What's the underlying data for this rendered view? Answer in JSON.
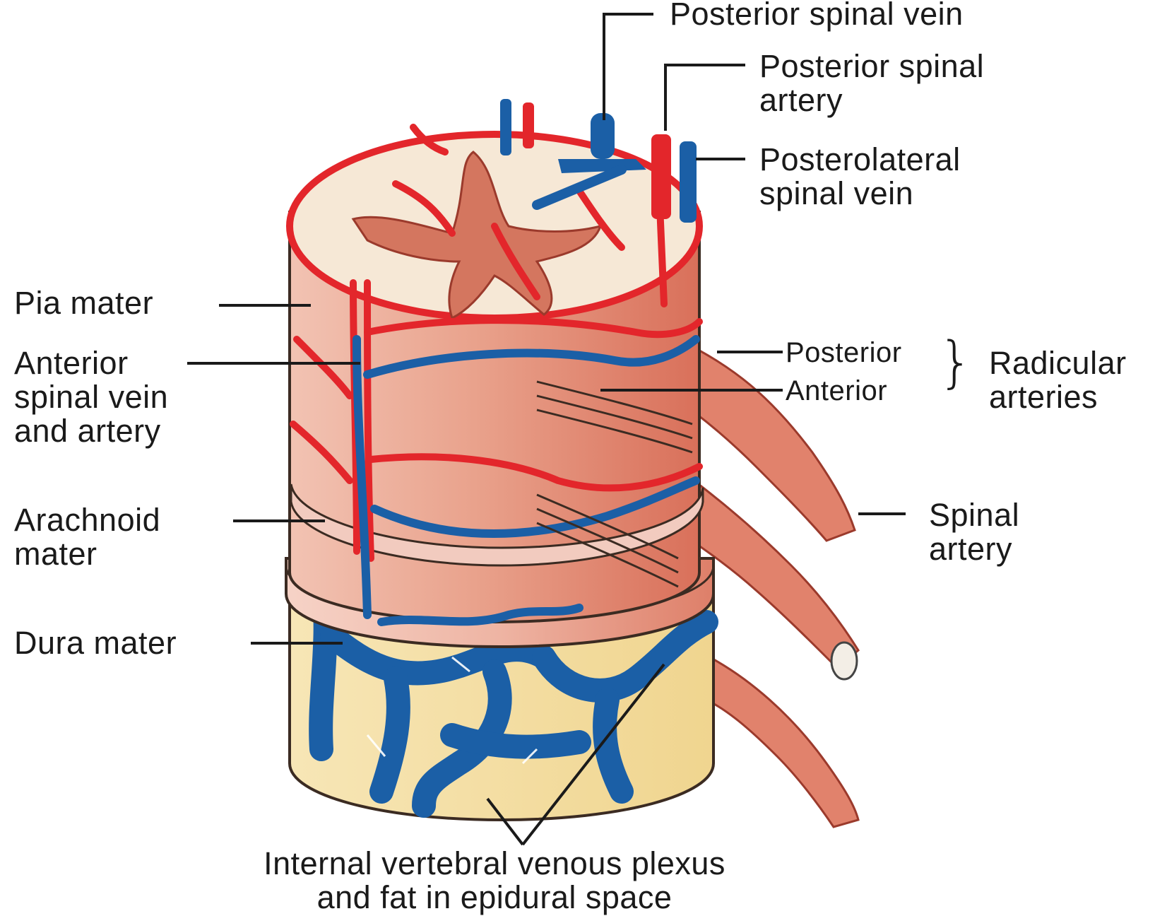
{
  "labels": {
    "posterior_spinal_vein": "Posterior spinal vein",
    "posterior_spinal_artery": [
      "Posterior spinal",
      "artery"
    ],
    "posterolateral_spinal_vein": [
      "Posterolateral",
      "spinal vein"
    ],
    "pia_mater": "Pia mater",
    "anterior_spinal_vein_artery": [
      "Anterior",
      "spinal vein",
      "and artery"
    ],
    "radicular_posterior": "Posterior",
    "radicular_anterior": "Anterior",
    "radicular_arteries": [
      "Radicular",
      "arteries"
    ],
    "arachnoid_mater": [
      "Arachnoid",
      "mater"
    ],
    "spinal_artery": [
      "Spinal",
      "artery"
    ],
    "dura_mater": "Dura mater",
    "internal_plexus": [
      "Internal vertebral venous plexus",
      "and fat in epidural space"
    ]
  },
  "colors": {
    "artery": "#e3262b",
    "vein": "#1b5fa6",
    "tissue": "#e79682",
    "white_matter": "#f6e8d6",
    "fat": "#f4dc9b"
  },
  "icons": [
    "brace-right-icon",
    "brace-left-icon"
  ]
}
